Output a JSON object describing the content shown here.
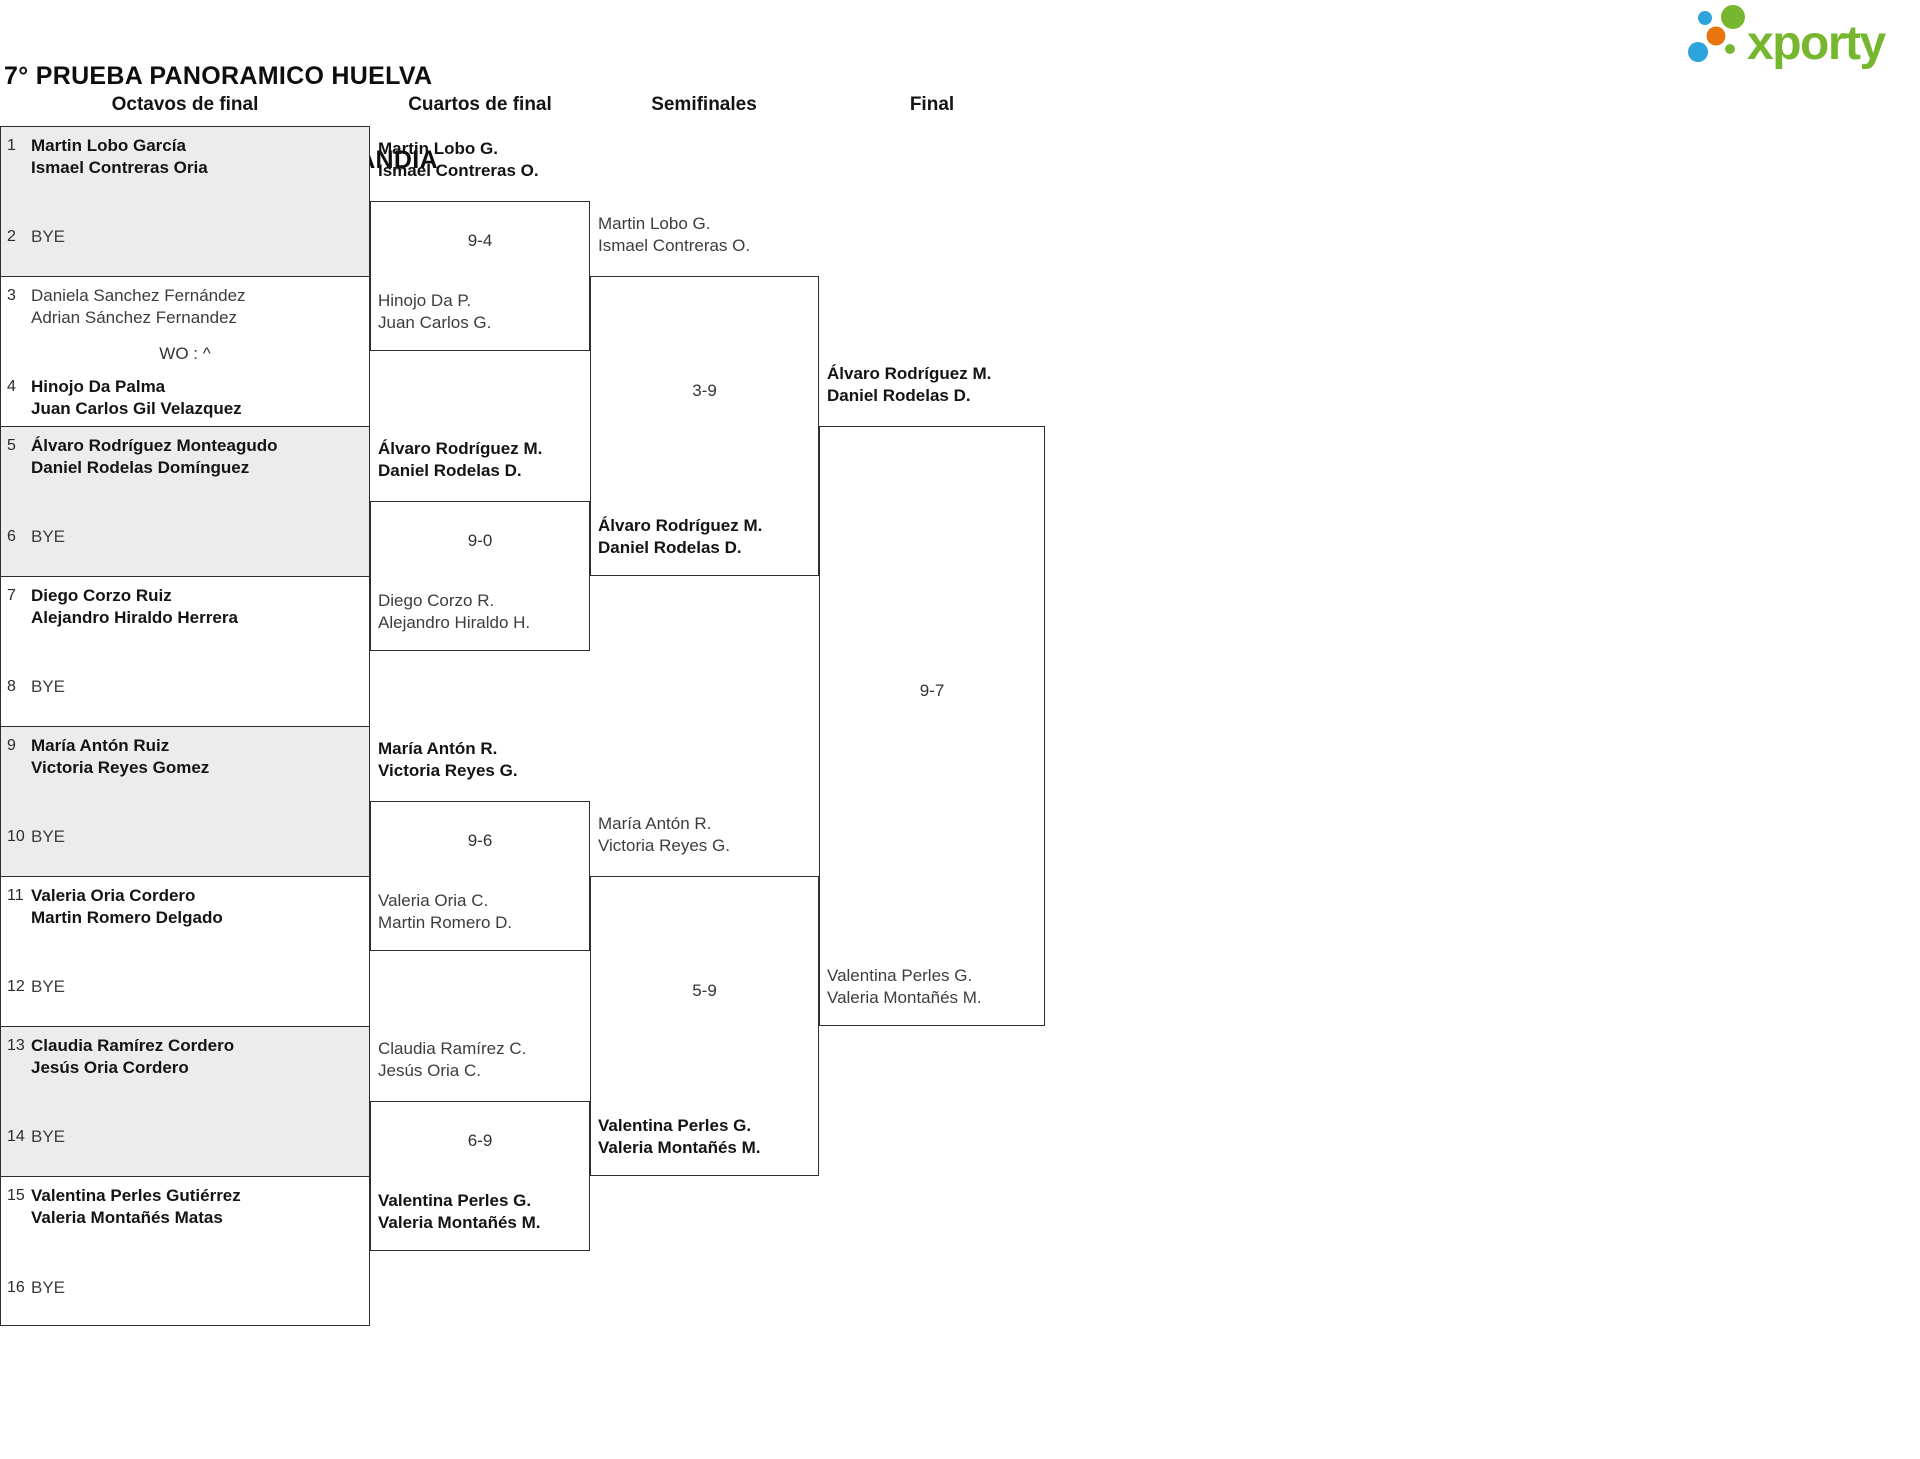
{
  "title": {
    "line1": "7° PRUEBA PANORAMICO HUELVA",
    "line2": "CUADRO PRINCIPAL. PADELANDIA"
  },
  "logo": {
    "brand": "xporty",
    "green": "#76b72f",
    "blue": "#2ea3dc",
    "orange": "#e8750f"
  },
  "rounds": [
    {
      "label": "Octavos de final"
    },
    {
      "label": "Cuartos de final"
    },
    {
      "label": "Semifinales"
    },
    {
      "label": "Final"
    }
  ],
  "octavos": [
    {
      "top_num": "1",
      "top": [
        "Martin Lobo García",
        "Ismael Contreras Oria"
      ],
      "bottom_num": "2",
      "bottom": [
        "BYE"
      ],
      "score": ""
    },
    {
      "top_num": "3",
      "top": [
        "Daniela Sanchez Fernández",
        "Adrian Sánchez Fernandez"
      ],
      "bottom_num": "4",
      "bottom": [
        "Hinojo Da Palma",
        "Juan Carlos Gil Velazquez"
      ],
      "score": "WO : ^"
    },
    {
      "top_num": "5",
      "top": [
        "Álvaro Rodríguez Monteagudo",
        "Daniel Rodelas Domínguez"
      ],
      "bottom_num": "6",
      "bottom": [
        "BYE"
      ],
      "score": ""
    },
    {
      "top_num": "7",
      "top": [
        "Diego Corzo Ruiz",
        "Alejandro Hiraldo Herrera"
      ],
      "bottom_num": "8",
      "bottom": [
        "BYE"
      ],
      "score": ""
    },
    {
      "top_num": "9",
      "top": [
        "María Antón Ruiz",
        "Victoria Reyes Gomez"
      ],
      "bottom_num": "10",
      "bottom": [
        "BYE"
      ],
      "score": ""
    },
    {
      "top_num": "11",
      "top": [
        "Valeria Oria Cordero",
        "Martin Romero Delgado"
      ],
      "bottom_num": "12",
      "bottom": [
        "BYE"
      ],
      "score": ""
    },
    {
      "top_num": "13",
      "top": [
        "Claudia Ramírez Cordero",
        "Jesús Oria Cordero"
      ],
      "bottom_num": "14",
      "bottom": [
        "BYE"
      ],
      "score": ""
    },
    {
      "top_num": "15",
      "top": [
        "Valentina Perles Gutiérrez",
        "Valeria Montañés Matas"
      ],
      "bottom_num": "16",
      "bottom": [
        "BYE"
      ],
      "score": ""
    }
  ],
  "quarterfinals": [
    {
      "top": [
        "Martin Lobo G.",
        "Ismael Contreras O."
      ],
      "bottom": [
        "Hinojo Da P.",
        "Juan Carlos G."
      ],
      "score": "9-4"
    },
    {
      "top": [
        "Álvaro Rodríguez M.",
        "Daniel Rodelas D."
      ],
      "bottom": [
        "Diego Corzo R.",
        "Alejandro Hiraldo H."
      ],
      "score": "9-0"
    },
    {
      "top": [
        "María Antón R.",
        "Victoria Reyes G."
      ],
      "bottom": [
        "Valeria Oria C.",
        "Martin Romero D."
      ],
      "score": "9-6"
    },
    {
      "top": [
        "Claudia Ramírez C.",
        "Jesús Oria C."
      ],
      "bottom": [
        "Valentina Perles G.",
        "Valeria Montañés M."
      ],
      "score": "6-9"
    }
  ],
  "semifinals": [
    {
      "top": [
        "Martin Lobo G.",
        "Ismael Contreras O."
      ],
      "bottom": [
        "Álvaro Rodríguez M.",
        "Daniel Rodelas D."
      ],
      "score": "3-9"
    },
    {
      "top": [
        "María Antón R.",
        "Victoria Reyes G."
      ],
      "bottom": [
        "Valentina Perles G.",
        "Valeria Montañés M."
      ],
      "score": "5-9"
    }
  ],
  "final": {
    "top": [
      "Álvaro Rodríguez M.",
      "Daniel Rodelas D."
    ],
    "bottom": [
      "Valentina Perles G.",
      "Valeria Montañés M."
    ],
    "score": "9-7"
  }
}
